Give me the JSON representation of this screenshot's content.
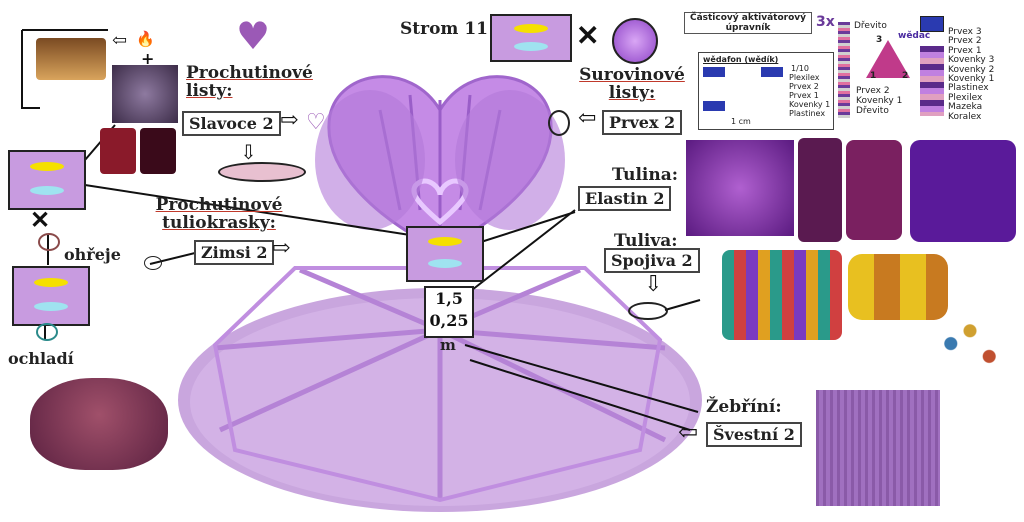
{
  "title": "Strom 11",
  "prochutinove_listy": {
    "heading": "Prochutinové listy:",
    "value": "Slavoce 2"
  },
  "surovinove_listy": {
    "heading": "Surovinové listy:",
    "value": "Prvex 2"
  },
  "prochutinove_tuliokrasky": {
    "heading": "Prochutinové tuliokrasky:",
    "value": "Zimsi 2"
  },
  "tulina": {
    "heading": "Tulina:",
    "value": "Elastin 2"
  },
  "tuliva": {
    "heading": "Tuliva:",
    "value": "Spojiva 2"
  },
  "zebrini": {
    "heading": "Žebříní:",
    "value": "Švestní 2"
  },
  "dimensions": {
    "height": "1,5",
    "width": "0,25",
    "unit": "m"
  },
  "ohreje": "ohřeje",
  "ochladi": "ochladí",
  "plus": "+",
  "activator": {
    "title": "Částicový aktivátorový úpravník",
    "multiplier": "3x",
    "wedafon": "wědafon (wědík)",
    "scale": "1/10",
    "cm": "1 cm",
    "list_a": [
      "Plexilex",
      "Prvex 2",
      "Prvex 1",
      "Kovenky 1",
      "Plastinex"
    ],
    "list_b": [
      "Dřevito",
      "Prvex 2",
      "Kovenky 1",
      "Dřevito"
    ],
    "list_c_top": "Dřevito",
    "wedac": "wědač",
    "triangle_labels": [
      "3",
      "1",
      "2"
    ],
    "list_d": [
      "Prvex 3",
      "Prvex 2",
      "Prvex 1",
      "Kovenky 3",
      "Kovenky 2",
      "Kovenky 1",
      "Plastinex",
      "Plexilex",
      "Mazeka",
      "Koralex"
    ]
  },
  "colors": {
    "purple": "#b57edc",
    "dark_purple": "#5a1a80",
    "yellow": "#f5e000",
    "cyan": "#9fe3f0"
  }
}
